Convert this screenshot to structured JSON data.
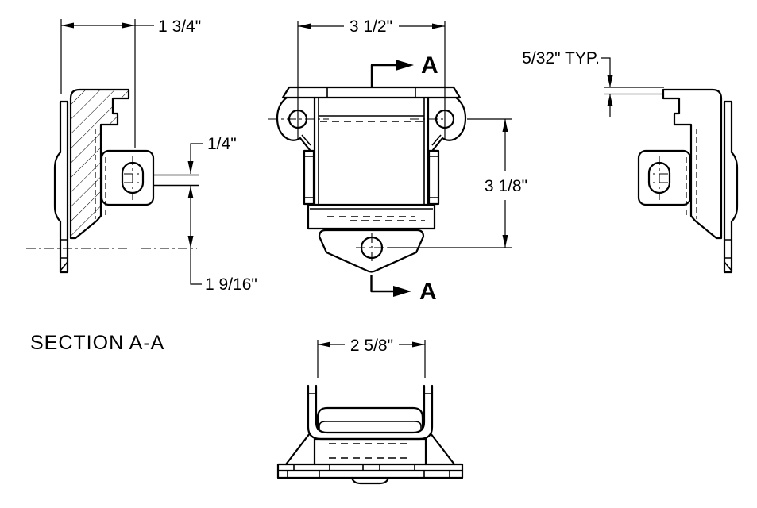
{
  "drawing": {
    "section_label": "SECTION A-A",
    "section_marker": "A",
    "dimensions": {
      "bracket_depth": "1 3/4\"",
      "top_width": "3 1/2\"",
      "material_thickness": "5/32\" TYP.",
      "tab_thickness": "1/4\"",
      "body_height": "3 1/8\"",
      "tab_to_base": "1 9/16\"",
      "bottom_width": "2 5/8\""
    },
    "colors": {
      "line": "#000000",
      "background": "#ffffff"
    }
  }
}
